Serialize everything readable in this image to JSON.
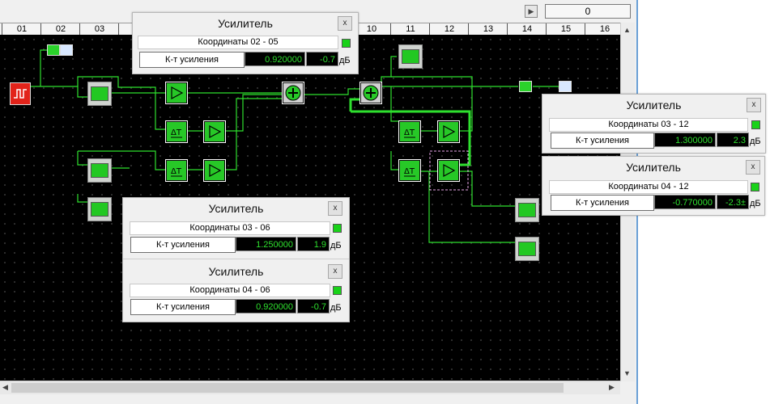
{
  "counter": {
    "value": "0"
  },
  "ruler": [
    "01",
    "02",
    "03",
    "",
    "",
    "",
    "",
    "",
    "",
    "10",
    "11",
    "12",
    "13",
    "14",
    "15",
    "16"
  ],
  "dialogs": {
    "d1": {
      "title": "Усилитель",
      "coords": "Координаты  02 - 05",
      "gain_label": "К-т усиления",
      "gain": "0.920000",
      "db": "-0.7",
      "unit": "дБ",
      "close": "x"
    },
    "d2": {
      "title": "Усилитель",
      "coords": "Координаты  03 - 12",
      "gain_label": "К-т усиления",
      "gain": "1.300000",
      "db": "2.3",
      "unit": "дБ",
      "close": "x"
    },
    "d3": {
      "title": "Усилитель",
      "coords": "Координаты  04 - 12",
      "gain_label": "К-т усиления",
      "gain": "-0.770000",
      "db": "-2.3±",
      "unit": "дБ",
      "close": "x"
    },
    "d4": {
      "title": "Усилитель",
      "coords": "Координаты  03 - 06",
      "gain_label": "К-т усиления",
      "gain": "1.250000",
      "db": "1.9",
      "unit": "дБ",
      "close": "x"
    },
    "d5": {
      "title": "Усилитель",
      "coords": "Координаты  04 - 06",
      "gain_label": "К-т усиления",
      "gain": "0.920000",
      "db": "-0.7",
      "unit": "дБ",
      "close": "x"
    }
  },
  "icons": {
    "amplifier": "triangle-icon",
    "delay": "delay-icon",
    "adder": "plus-circle-icon",
    "scope": "oscilloscope-icon",
    "generator": "pulse-generator-icon"
  },
  "colors": {
    "wire": "#2ee02e",
    "canvas": "#000000",
    "block": "#27c827",
    "led": "#19d219"
  }
}
